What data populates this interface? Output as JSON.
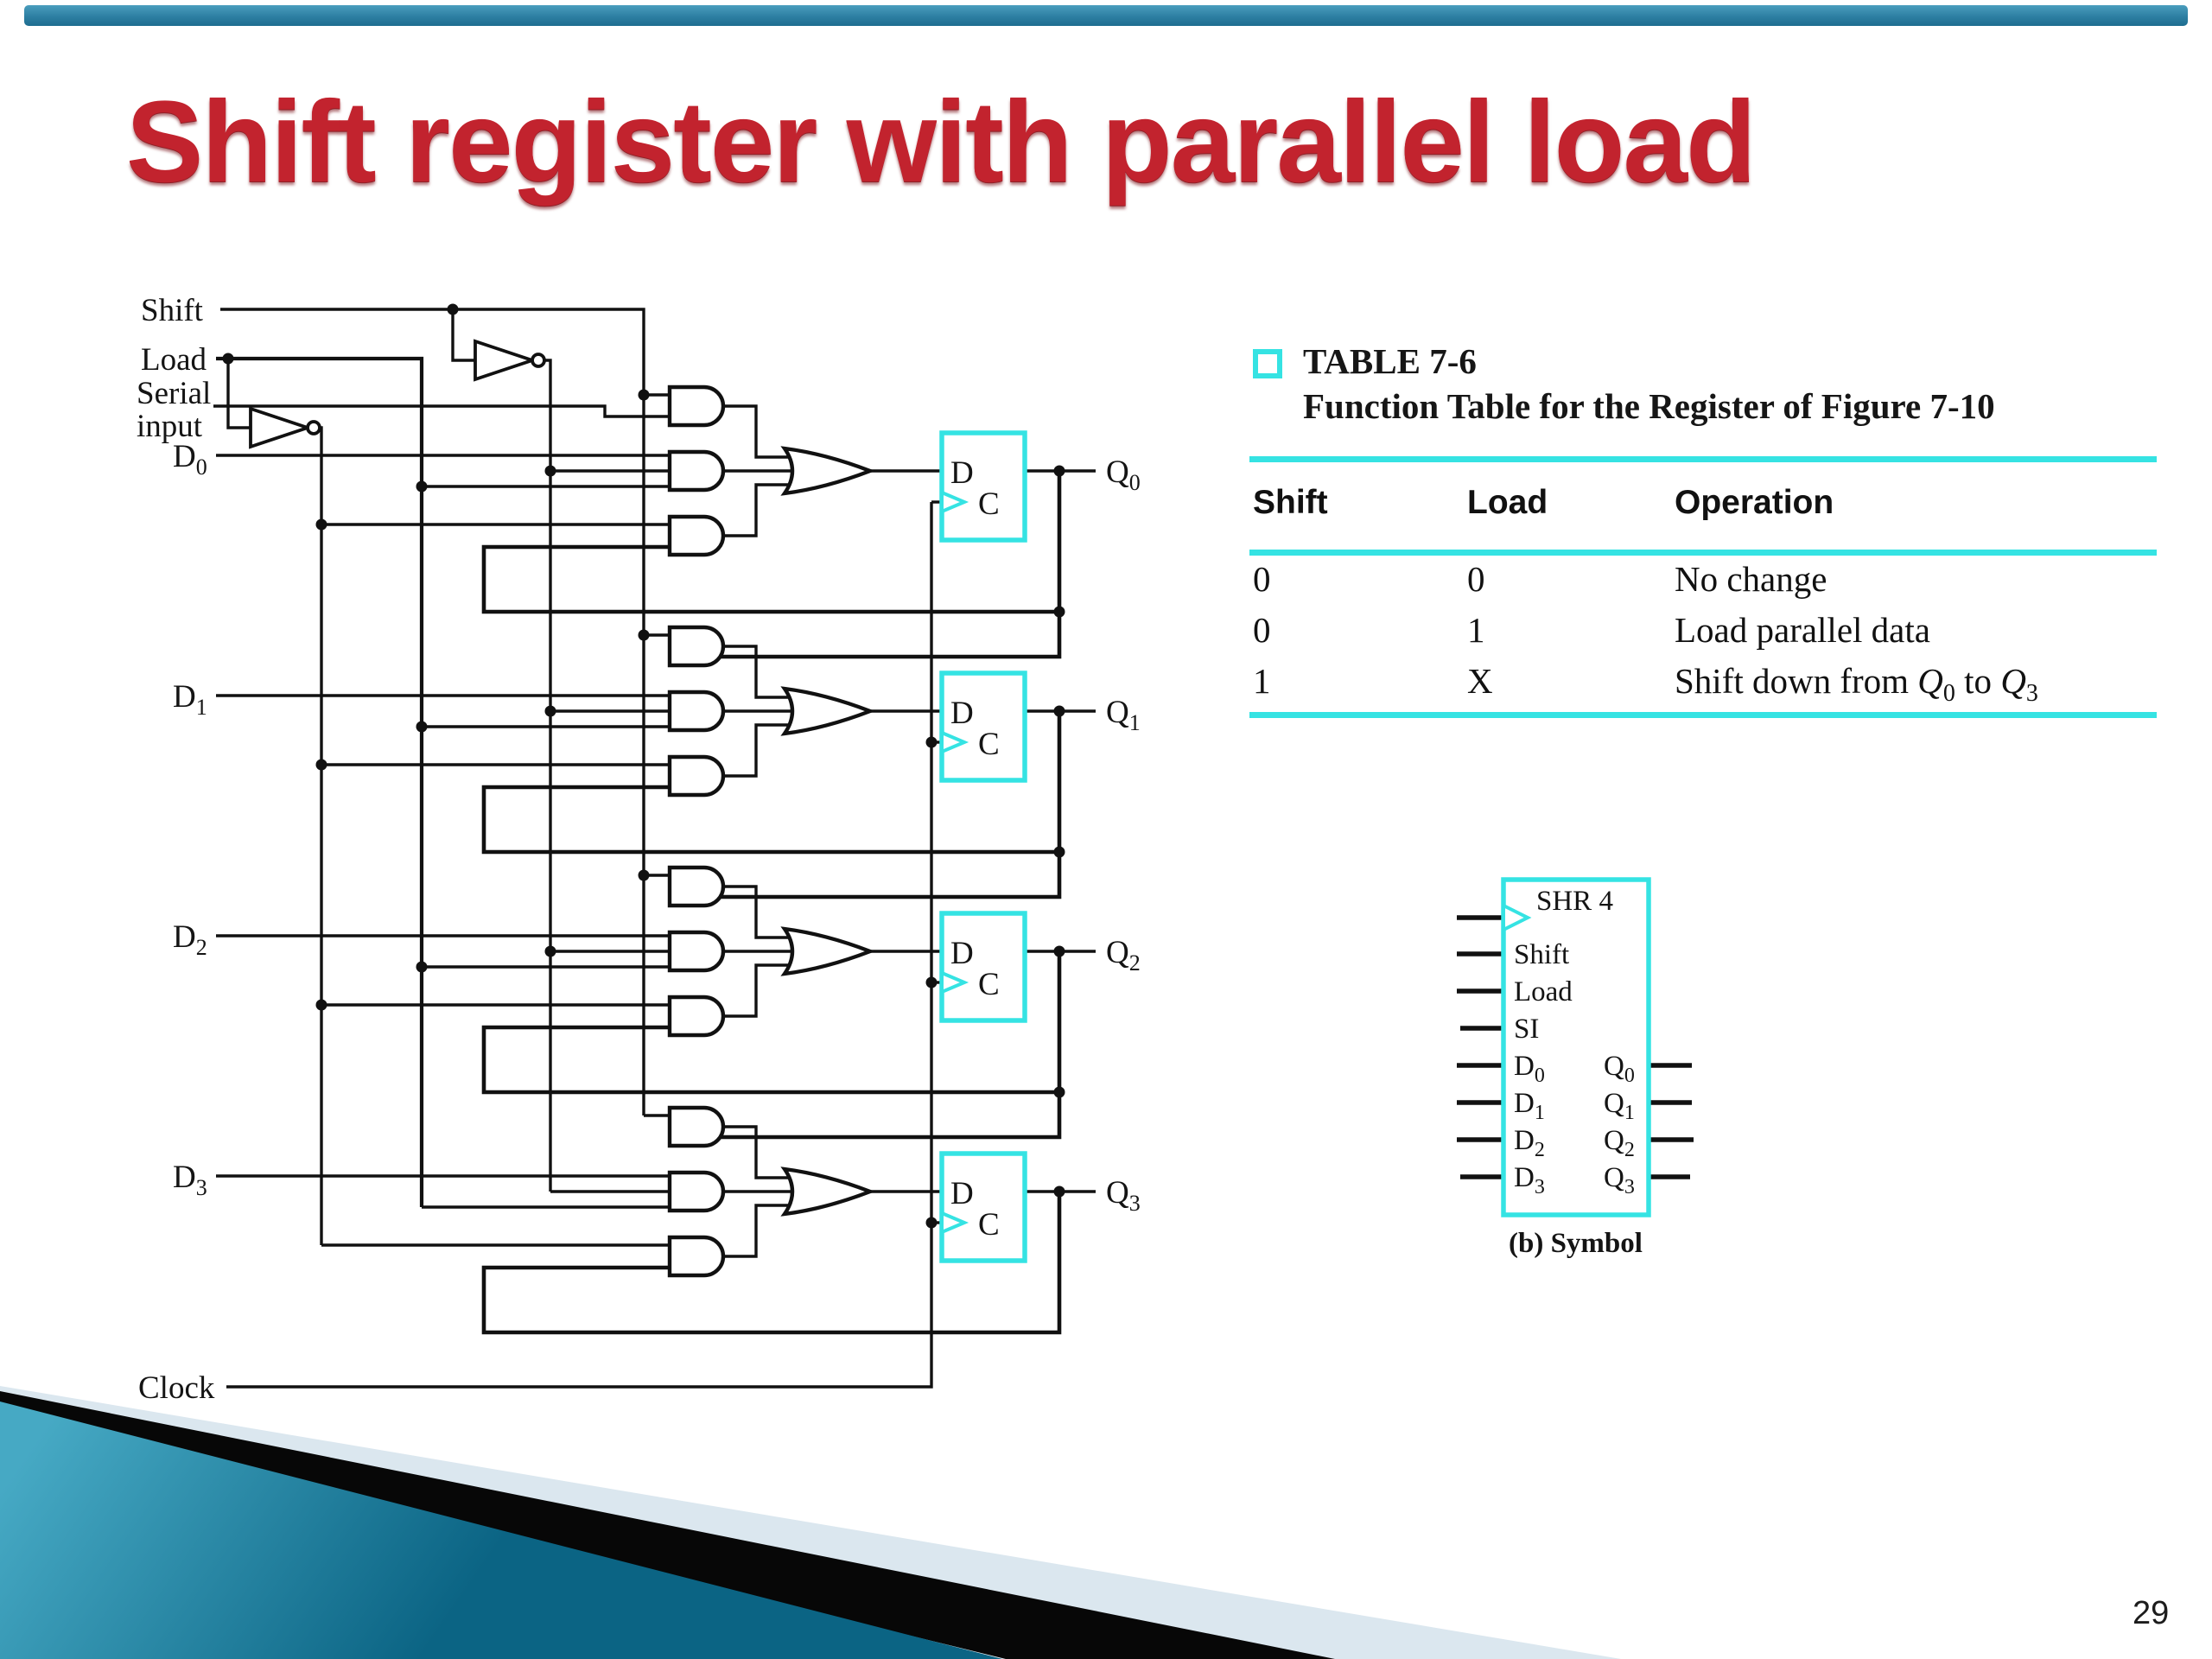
{
  "slide": {
    "title": "Shift register with parallel load",
    "page_number": "29"
  },
  "colors": {
    "accent_cyan": "#35e3e3",
    "title_red": "#c2232e",
    "wedge_teal_light": "#46a9c4",
    "wedge_teal_dark": "#0b6484",
    "wedge_black": "#070707",
    "wedge_pale": "#dbe7ef"
  },
  "subs": [
    "0",
    "1",
    "2",
    "3"
  ],
  "circuit": {
    "shift": "Shift",
    "load": "Load",
    "serial1": "Serial",
    "serial2": "input",
    "clock": "Clock",
    "d": "D",
    "q": "Q",
    "ff_d": "D",
    "ff_c": "C"
  },
  "table": {
    "title1": "TABLE 7-6",
    "title2": "Function Table for the Register of Figure 7-10",
    "col1": "Shift",
    "col2": "Load",
    "col3": "Operation",
    "r1c1": "0",
    "r1c2": "0",
    "r1c3": "No change",
    "r2c1": "0",
    "r2c2": "1",
    "r2c3": "Load parallel data",
    "r3c1": "1",
    "r3c2": "X",
    "r3c3_pre": "Shift down from ",
    "r3c3_q1": "Q",
    "r3c3_s1": "0",
    "r3c3_mid": " to ",
    "r3c3_q2": "Q",
    "r3c3_s2": "3"
  },
  "symbol": {
    "title": "SHR 4",
    "shift": "Shift",
    "load": "Load",
    "si": "SI",
    "d": "D",
    "q": "Q",
    "caption": "(b) Symbol"
  }
}
